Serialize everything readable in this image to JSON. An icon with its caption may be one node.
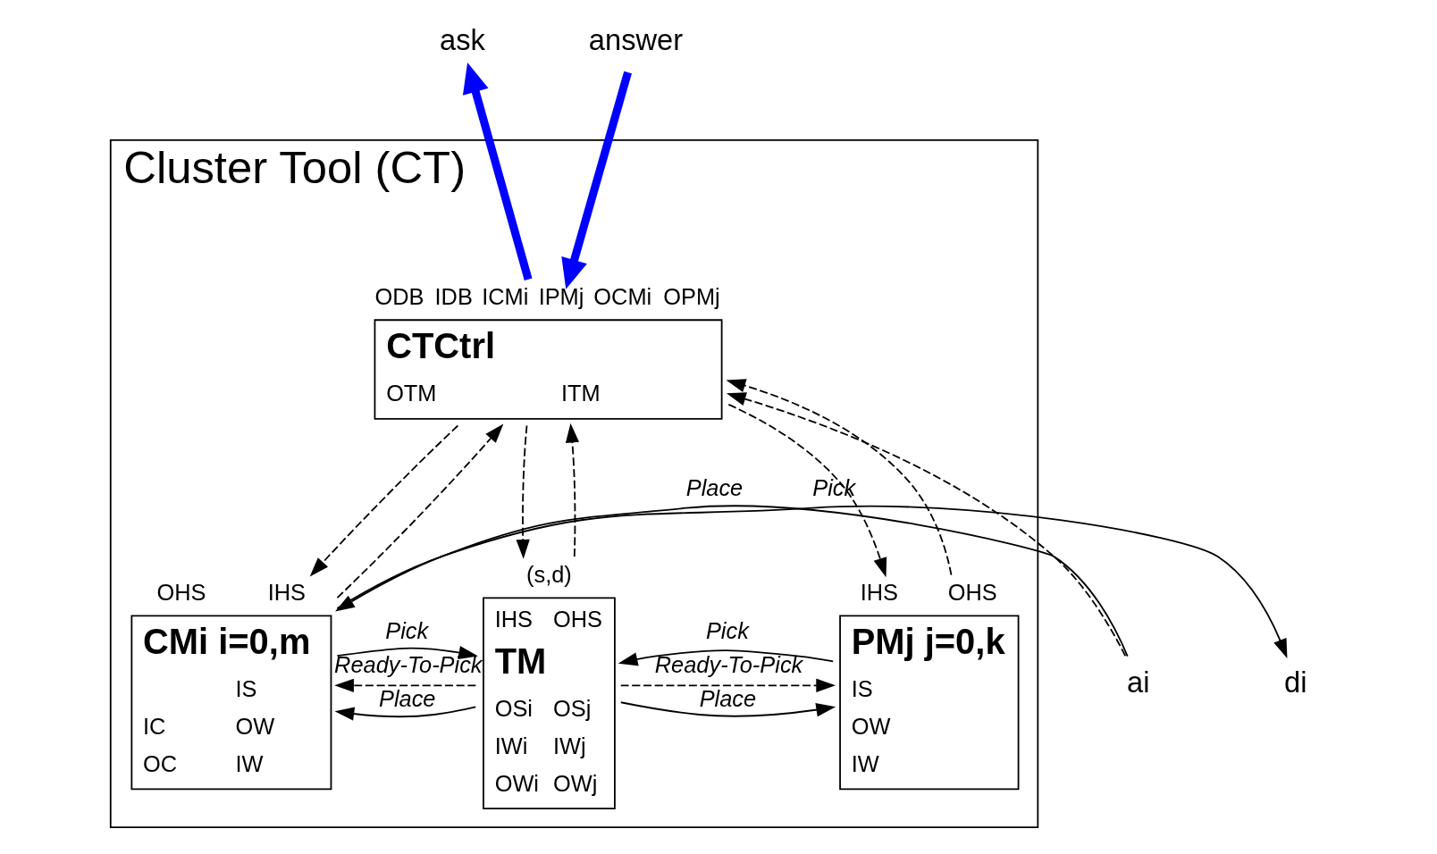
{
  "diagram": {
    "nodes": [
      {
        "text": [
          "Cluster Tool (CT)"
        ]
      },
      {
        "text": [
          "CTCtrl",
          "OTM",
          "ITM"
        ],
        "beside": [
          "ODB",
          "IDB",
          "ICMi",
          "IPMj",
          "OCMi",
          "OPMj"
        ],
        "in": 0
      },
      {
        "text": [
          "CMi i=0,m",
          "IS",
          "IC",
          "OW",
          "OC",
          "IW"
        ],
        "beside": [
          "OHS",
          "IHS"
        ],
        "in": 0
      },
      {
        "text": [
          "IHS",
          "OHS",
          "TM",
          "OSi",
          "IWi",
          "OWi",
          "OSj",
          "IWj",
          "OWj"
        ],
        "beside": [
          "(s,d)"
        ],
        "in": 0
      },
      {
        "text": [
          "PMj j=0,k",
          "IS",
          "OW",
          "IW"
        ],
        "beside": [
          "IHS",
          "OHS"
        ],
        "in": 0
      },
      {
        "text": [
          "ask"
        ]
      },
      {
        "text": [
          "answer"
        ]
      },
      {
        "text": [
          "ai"
        ]
      },
      {
        "text": [
          "di"
        ]
      }
    ],
    "edges": [
      {
        "from": 1,
        "to": 5,
        "arrow": "to",
        "style": "thick",
        "color": "#0000ff"
      },
      {
        "from": 6,
        "to": 1,
        "arrow": "to",
        "style": "thick",
        "color": "#0000ff"
      },
      {
        "from": 2,
        "to": 1,
        "arrow": "to",
        "style": "dashed"
      },
      {
        "from": 7,
        "to": 1,
        "arrow": "to",
        "style": "dashed"
      },
      {
        "from": 1,
        "to": 2,
        "arrow": "to",
        "style": "dashed"
      },
      {
        "from": 1,
        "to": 3,
        "arrow": "to",
        "style": "dashed"
      },
      {
        "from": 3,
        "to": 1,
        "arrow": "to",
        "style": "dashed"
      },
      {
        "from": 1,
        "to": 4,
        "arrow": "to",
        "style": "dashed"
      },
      {
        "from": 4,
        "to": 1,
        "arrow": "to",
        "style": "dashed"
      },
      {
        "from": 3,
        "to": 2,
        "arrow": "to",
        "style": "dashed",
        "label": "Ready-To-Pick"
      },
      {
        "from": 2,
        "to": 3,
        "arrow": "to",
        "label": "Pick"
      },
      {
        "from": 3,
        "to": 2,
        "arrow": "to",
        "label": "Place"
      },
      {
        "from": 3,
        "to": 4,
        "arrow": "to",
        "style": "dashed",
        "label": "Ready-To-Pick"
      },
      {
        "from": 4,
        "to": 3,
        "arrow": "to",
        "label": "Pick"
      },
      {
        "from": 3,
        "to": 4,
        "arrow": "to",
        "label": "Place"
      },
      {
        "from": 7,
        "to": 2,
        "arrow": "to",
        "label": "Place"
      },
      {
        "from": 2,
        "to": 8,
        "arrow": "to",
        "label": "Pick"
      }
    ]
  }
}
